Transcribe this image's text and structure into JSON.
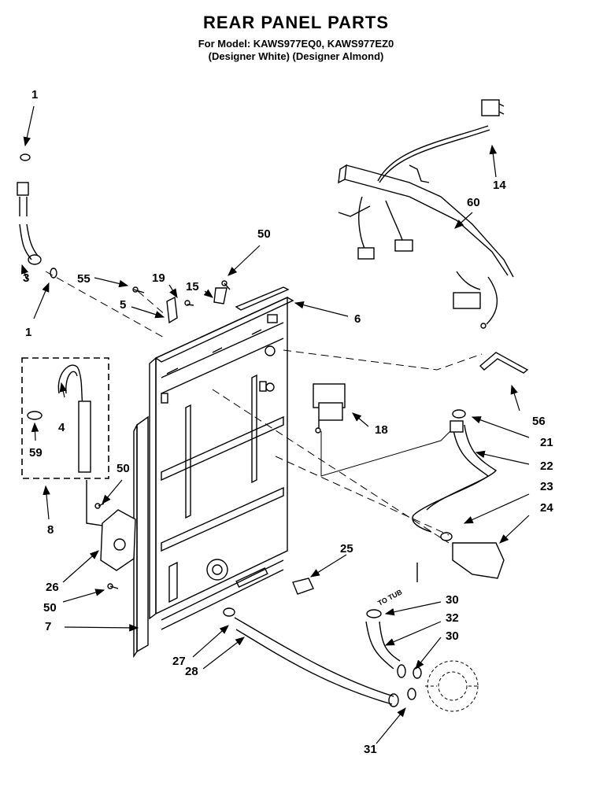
{
  "header": {
    "title": "REAR PANEL PARTS",
    "model_line": "For Model: KAWS977EQ0, KAWS977EZ0",
    "variant_line": "(Designer White)  (Designer Almond)"
  },
  "annotations": {
    "to_tub": "TO TUB"
  },
  "callouts": {
    "c1a": "1",
    "c1b": "1",
    "c3": "3",
    "c4": "4",
    "c5": "5",
    "c6": "6",
    "c7": "7",
    "c8": "8",
    "c14": "14",
    "c15": "15",
    "c18": "18",
    "c19": "19",
    "c21": "21",
    "c22": "22",
    "c23": "23",
    "c24": "24",
    "c25": "25",
    "c26": "26",
    "c27": "27",
    "c28": "28",
    "c30a": "30",
    "c30b": "30",
    "c31": "31",
    "c32": "32",
    "c50a": "50",
    "c50b": "50",
    "c50c": "50",
    "c55": "55",
    "c56": "56",
    "c59": "59",
    "c60": "60"
  }
}
